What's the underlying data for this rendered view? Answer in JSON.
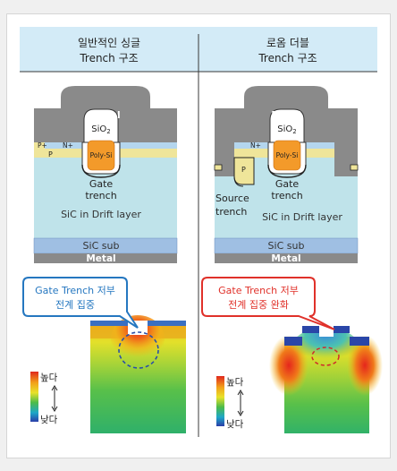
{
  "columns": [
    {
      "header_line1": "일반적인 싱글",
      "header_line2": "Trench 구조"
    },
    {
      "header_line1": "로옴 더블",
      "header_line2": "Trench 구조"
    }
  ],
  "labels": {
    "metal": "Metal",
    "sio2": "SiO",
    "sio2_sub": "2",
    "nplus": "N+",
    "pplus": "P+",
    "p": "P",
    "poly_si": "Poly-Si",
    "gate": "Gate",
    "trench": "trench",
    "source": "Source",
    "drift_layer": "SiC in Drift layer",
    "sic_sub": "SiC sub"
  },
  "callouts": {
    "left_line1": "Gate Trench 저부",
    "left_line2": "전계 집중",
    "right_line1": "Gate Trench 저부",
    "right_line2": "전계 집중 완화"
  },
  "legend": {
    "high": "높다",
    "low": "낮다"
  },
  "colors": {
    "header_bg": "#d3ebf7",
    "metal": "#8a8a8a",
    "p_layer": "#efe59a",
    "n_plus": "#b4d6ee",
    "drift": "#bfe3ea",
    "sub": "#9fbfe3",
    "poly": "#f39a2a",
    "left_callout": "#2577c0",
    "right_callout": "#e0312a"
  }
}
